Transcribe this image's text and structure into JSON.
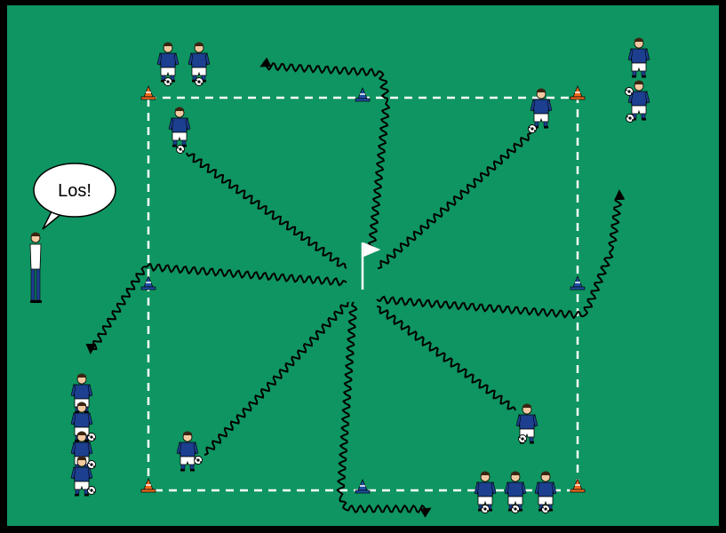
{
  "colors": {
    "field": "#0f9561",
    "border": "#000000",
    "lines": "#ffffff",
    "path": "#000000",
    "jersey": "#1c3f8f",
    "shorts": "#ffffff",
    "skin": "#f2c9a0",
    "cone_orange": "#ee6a1e",
    "cone_blue": "#1f4fa3"
  },
  "coach": {
    "speech": "Los!"
  },
  "field_elements": {
    "center_flag": "flag-icon",
    "cones": [
      "orange-cone",
      "blue-cone"
    ],
    "balls": "soccer-ball-icon"
  }
}
